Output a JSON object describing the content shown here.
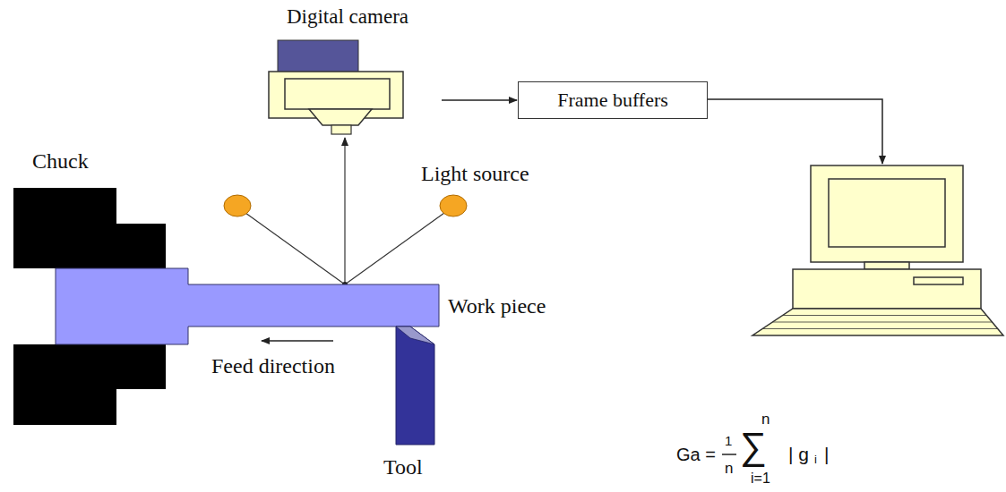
{
  "diagram": {
    "nodes": [
      {
        "text": [
          "Digital camera"
        ]
      },
      {
        "text": [
          "Frame buffers"
        ]
      }
    ],
    "edges": [
      {
        "from": 0,
        "to": 1,
        "arrow": "to"
      }
    ],
    "labels": [
      "Chuck",
      "Light source",
      "Work piece",
      "Feed direction",
      "Tool",
      "Ga =",
      "1",
      "n",
      "∑",
      "n",
      "i=1",
      "| g",
      "i",
      "|"
    ]
  }
}
